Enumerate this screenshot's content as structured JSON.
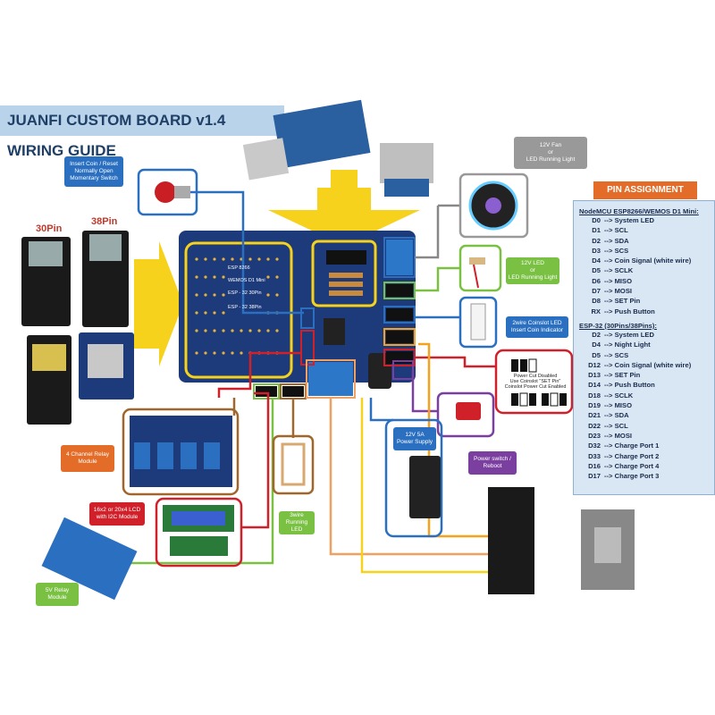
{
  "title": "JUANFI CUSTOM BOARD v1.4 WIRING GUIDE",
  "board": {
    "variants": [
      "ESP 8266",
      "WEMOS D1 Mini",
      "ESP - 32 30Pin",
      "ESP - 32 38Pin"
    ]
  },
  "esp_labels": {
    "pin30": "30Pin",
    "pin38": "38Pin"
  },
  "callouts": {
    "insert_coin": "Insert Coin / Reset\nNormally Open\nMomentary Switch",
    "fan": "12V Fan\nor\nLED Running Light",
    "led12v": "12V LED\nor\nLED Running Light",
    "coinslot_led": "2wire Coinslot LED\nInsert Coin Indicator",
    "power_cut_disabled": "Power Cut Disabled\nUse Coinslot \"SET Pin\"",
    "power_cut_enabled": "Coinslot Power Cut Enabled",
    "relay4": "4 Channel Relay\nModule",
    "lcd": "16x2 or 20x4 LCD\nwith I2C Module",
    "relay1": "5V Relay\nModule",
    "running_led": "3wire\nRunning LED",
    "power_supply": "12V 5A\nPower Supply",
    "power_switch": "Power switch /\nReboot"
  },
  "pin_assignment": {
    "header": "PIN ASSIGNMENT",
    "nodemcu_title": "NodeMCU ESP8266/WEMOS D1 Mini:",
    "nodemcu": [
      {
        "pin": "D0",
        "fn": "System LED"
      },
      {
        "pin": "D1",
        "fn": "SCL"
      },
      {
        "pin": "D2",
        "fn": "SDA"
      },
      {
        "pin": "D3",
        "fn": "SCS"
      },
      {
        "pin": "D4",
        "fn": "Coin Signal (white wire)"
      },
      {
        "pin": "D5",
        "fn": "SCLK"
      },
      {
        "pin": "D6",
        "fn": "MISO"
      },
      {
        "pin": "D7",
        "fn": "MOSI"
      },
      {
        "pin": "D8",
        "fn": "SET Pin"
      },
      {
        "pin": "RX",
        "fn": "Push Button"
      }
    ],
    "esp32_title": "ESP-32 (30Pins/38Pins):",
    "esp32": [
      {
        "pin": "D2",
        "fn": "System LED"
      },
      {
        "pin": "D4",
        "fn": "Night Light"
      },
      {
        "pin": "D5",
        "fn": "SCS"
      },
      {
        "pin": "D12",
        "fn": "Coin Signal (white wire)"
      },
      {
        "pin": "D13",
        "fn": "SET Pin"
      },
      {
        "pin": "D14",
        "fn": "Push Button"
      },
      {
        "pin": "D18",
        "fn": "SCLK"
      },
      {
        "pin": "D19",
        "fn": "MISO"
      },
      {
        "pin": "D21",
        "fn": "SDA"
      },
      {
        "pin": "D22",
        "fn": "SCL"
      },
      {
        "pin": "D23",
        "fn": "MOSI"
      },
      {
        "pin": "D32",
        "fn": "Charge Port 1"
      },
      {
        "pin": "D33",
        "fn": "Charge Port 2"
      },
      {
        "pin": "D16",
        "fn": "Charge Port 4"
      },
      {
        "pin": "D17",
        "fn": "Charge Port 3"
      }
    ]
  },
  "colors": {
    "title_bg": "#b9d3ea",
    "pin_header": "#e36c28",
    "board": "#1d3a7a",
    "yellow": "#f7d21c",
    "red": "#d0202a",
    "green": "#7ac143",
    "blue": "#2a6fc0",
    "purple": "#7b3fa0",
    "brown": "#a0662c"
  }
}
